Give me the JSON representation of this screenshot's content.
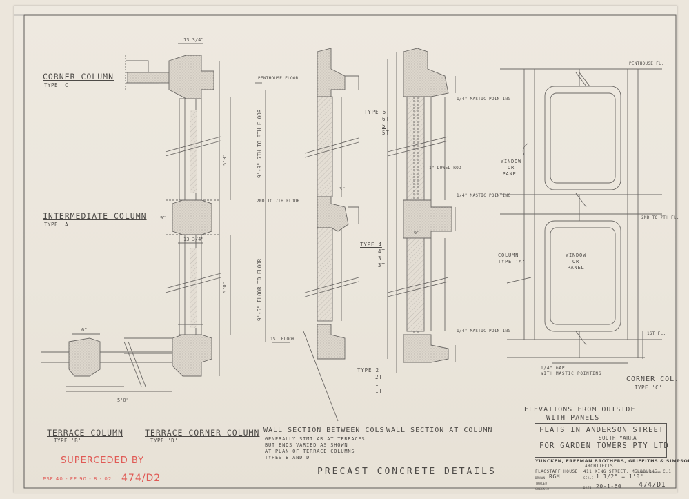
{
  "titles": {
    "corner_column": "CORNER COLUMN",
    "corner_column_type": "TYPE 'C'",
    "intermediate_column": "INTERMEDIATE COLUMN",
    "intermediate_column_type": "TYPE 'A'",
    "terrace_column": "TERRACE COLUMN",
    "terrace_column_type": "TYPE 'B'",
    "terrace_corner_column": "TERRACE CORNER COLUMN",
    "terrace_corner_column_type": "TYPE 'D'",
    "wall_section_between": "WALL SECTION BETWEEN COLS",
    "wall_section_notes": [
      "GENERALLY SIMILAR AT TERRACES",
      "BUT ENDS VARIED AS SHOWN",
      "AT PLAN OF TERRACE COLUMNS",
      "TYPES B AND D"
    ],
    "wall_section_at_column": "WALL SECTION AT COLUMN",
    "elevations": "ELEVATIONS FROM OUTSIDE",
    "elevations_sub": "WITH PANELS",
    "sheet_title": "PRECAST CONCRETE DETAILS"
  },
  "floor_labels": {
    "penthouse_floor": "PENTHOUSE FLOOR",
    "second_to_7th": "2ND TO 7TH FLOOR",
    "first_floor": "1ST FLOOR",
    "penthouse_fl": "PENTHOUSE FL.",
    "second_to_7th_fl": "2ND TO 7TH FL.",
    "first_fl": "1ST FL."
  },
  "types": {
    "upper": [
      "TYPE 6",
      "6T",
      "5",
      "5T"
    ],
    "middle": [
      "TYPE 4",
      "4T",
      "3",
      "3T"
    ],
    "lower": [
      "TYPE 2",
      "2T",
      "1",
      "1T"
    ]
  },
  "annotations": {
    "mastic_pointing": "1/4\" MASTIC POINTING",
    "dowel_rod": "1\" DOWEL ROD",
    "window_or_panel": [
      "WINDOW",
      "OR",
      "PANEL"
    ],
    "column_type_a": [
      "COLUMN",
      "TYPE 'A'"
    ],
    "corner_col": "CORNER COL.",
    "corner_col_type": "TYPE 'C'",
    "gap_with_mastic": [
      "1/4\" GAP",
      "WITH MASTIC POINTING"
    ],
    "floor_to_floor_upper": "9'-9\" 7TH TO 8TH FLOOR",
    "floor_to_floor_lower": "9'-6\" FLOOR TO FLOOR",
    "dim_13_34": "13 3/4\"",
    "dim_5_0": "5'0\"",
    "dim_6": "6\"",
    "dim_9": "9\"",
    "dim_3": "3\""
  },
  "title_block": {
    "line1": "FLATS IN ANDERSON STREET",
    "line2": "SOUTH YARRA",
    "line3": "FOR GARDEN TOWERS PTY LTD",
    "architects": "YUNCKEN, FREEMAN BROTHERS, GRIFFITHS & SIMPSON",
    "architects_sub": "ARCHITECTS",
    "address": "FLAGSTAFF HOUSE, 411 KING STREET, MELBOURNE, C.1",
    "drawn_label": "DRAWN",
    "drawn_value": "RGM",
    "traced_label": "TRACED",
    "checked_label": "CHECKED",
    "scale_label": "SCALE",
    "scale_value": "1 1/2\" = 1'0\"",
    "date_label": "DATE",
    "date_value": "20-1-60",
    "drawing_number_label": "DRAWING NUMBER",
    "drawing_number": "474/D1"
  },
  "stamp": {
    "superceded": "SUPERCEDED BY",
    "new_drawing": "474/D2",
    "handwritten_ref": "PSF 40 - FF 90 - 8 - 02"
  },
  "colors": {
    "paper": "#ebe6dc",
    "line": "#6a6764",
    "stamp": "#e05a55"
  }
}
